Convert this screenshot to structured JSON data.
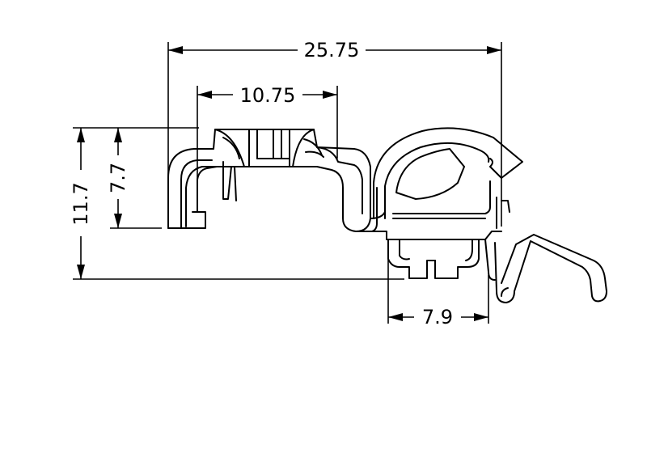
{
  "dimensions": {
    "overall_width": "25.75",
    "clip_width": "10.75",
    "overall_height": "11.7",
    "clip_height": "7.7",
    "base_width": "7.9"
  }
}
